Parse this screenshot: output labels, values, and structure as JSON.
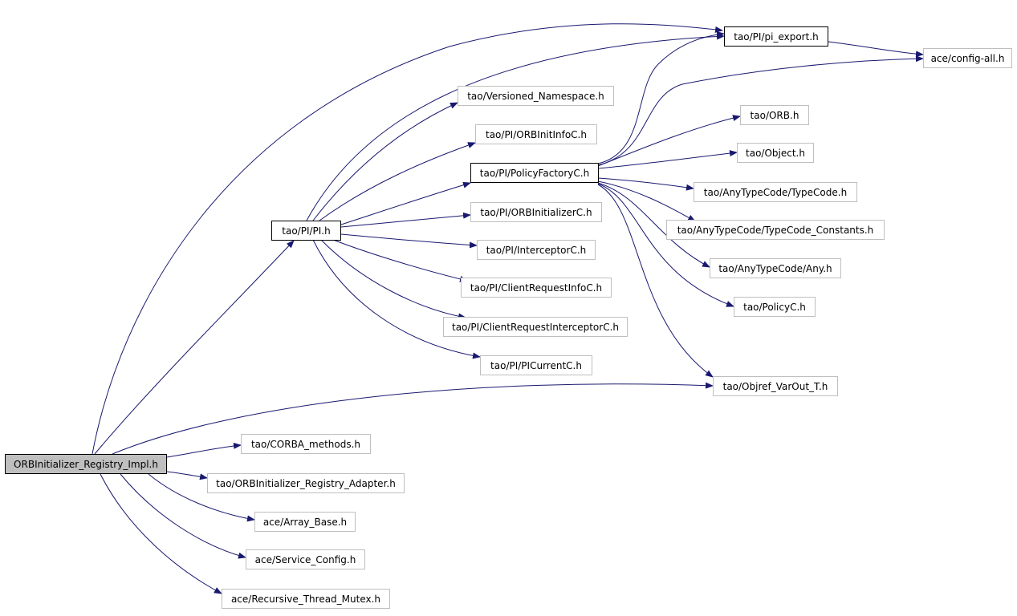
{
  "diagram": {
    "colors": {
      "edge": "#191970",
      "root_fill": "#bfbfbf",
      "linked_border": "#000000",
      "plain_border": "#bfbfbf"
    },
    "nodes": {
      "root": "ORBInitializer_Registry_Impl.h",
      "pi_h": "tao/PI/PI.h",
      "pi_export": "tao/PI/pi_export.h",
      "config_all": "ace/config-all.h",
      "versioned_ns": "tao/Versioned_Namespace.h",
      "orbinitinfo": "tao/PI/ORBInitInfoC.h",
      "policyfactory": "tao/PI/PolicyFactoryC.h",
      "orbinitializer": "tao/PI/ORBInitializerC.h",
      "interceptor": "tao/PI/InterceptorC.h",
      "clientrequestinfo": "tao/PI/ClientRequestInfoC.h",
      "clientrequestinterceptor": "tao/PI/ClientRequestInterceptorC.h",
      "picurrent": "tao/PI/PICurrentC.h",
      "orb": "tao/ORB.h",
      "object": "tao/Object.h",
      "typecode": "tao/AnyTypeCode/TypeCode.h",
      "typecode_constants": "tao/AnyTypeCode/TypeCode_Constants.h",
      "any": "tao/AnyTypeCode/Any.h",
      "policyc": "tao/PolicyC.h",
      "objref_varout": "tao/Objref_VarOut_T.h",
      "corba_methods": "tao/CORBA_methods.h",
      "registry_adapter": "tao/ORBInitializer_Registry_Adapter.h",
      "array_base": "ace/Array_Base.h",
      "service_config": "ace/Service_Config.h",
      "recursive_mutex": "ace/Recursive_Thread_Mutex.h"
    }
  }
}
